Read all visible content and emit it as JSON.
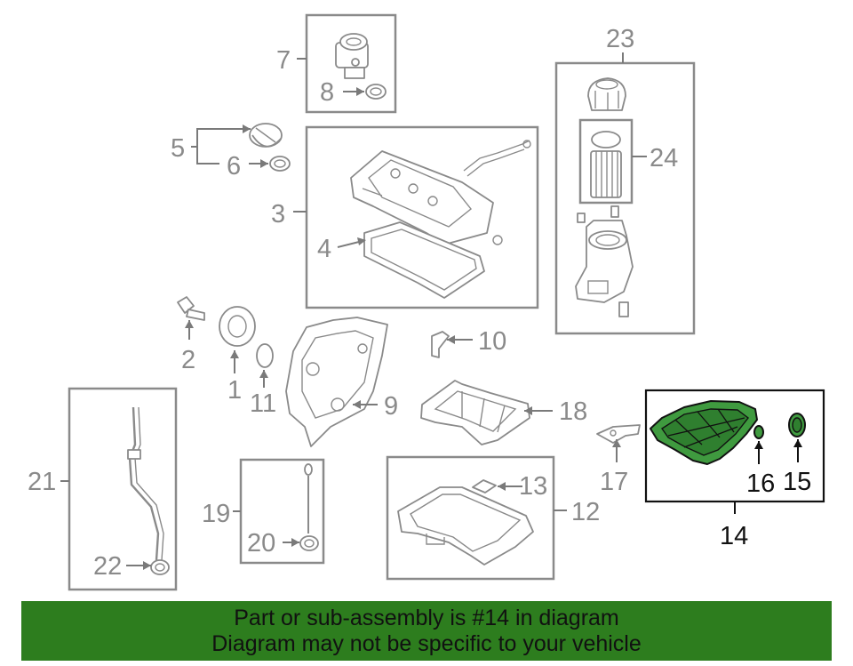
{
  "callouts": {
    "c1": "1",
    "c2": "2",
    "c3": "3",
    "c4": "4",
    "c5": "5",
    "c6": "6",
    "c7": "7",
    "c8": "8",
    "c9": "9",
    "c10": "10",
    "c11": "11",
    "c12": "12",
    "c13": "13",
    "c14": "14",
    "c15": "15",
    "c16": "16",
    "c17": "17",
    "c18": "18",
    "c19": "19",
    "c20": "20",
    "c21": "21",
    "c22": "22",
    "c23": "23",
    "c24": "24"
  },
  "highlighted_part": "14",
  "colors": {
    "highlight": "#3f9a3f",
    "banner": "#2d7d1e",
    "line_art": "#8a8a8a"
  },
  "banner": {
    "line1": "Part or sub-assembly is #14 in diagram",
    "line2": "Diagram may not be specific to your vehicle"
  }
}
